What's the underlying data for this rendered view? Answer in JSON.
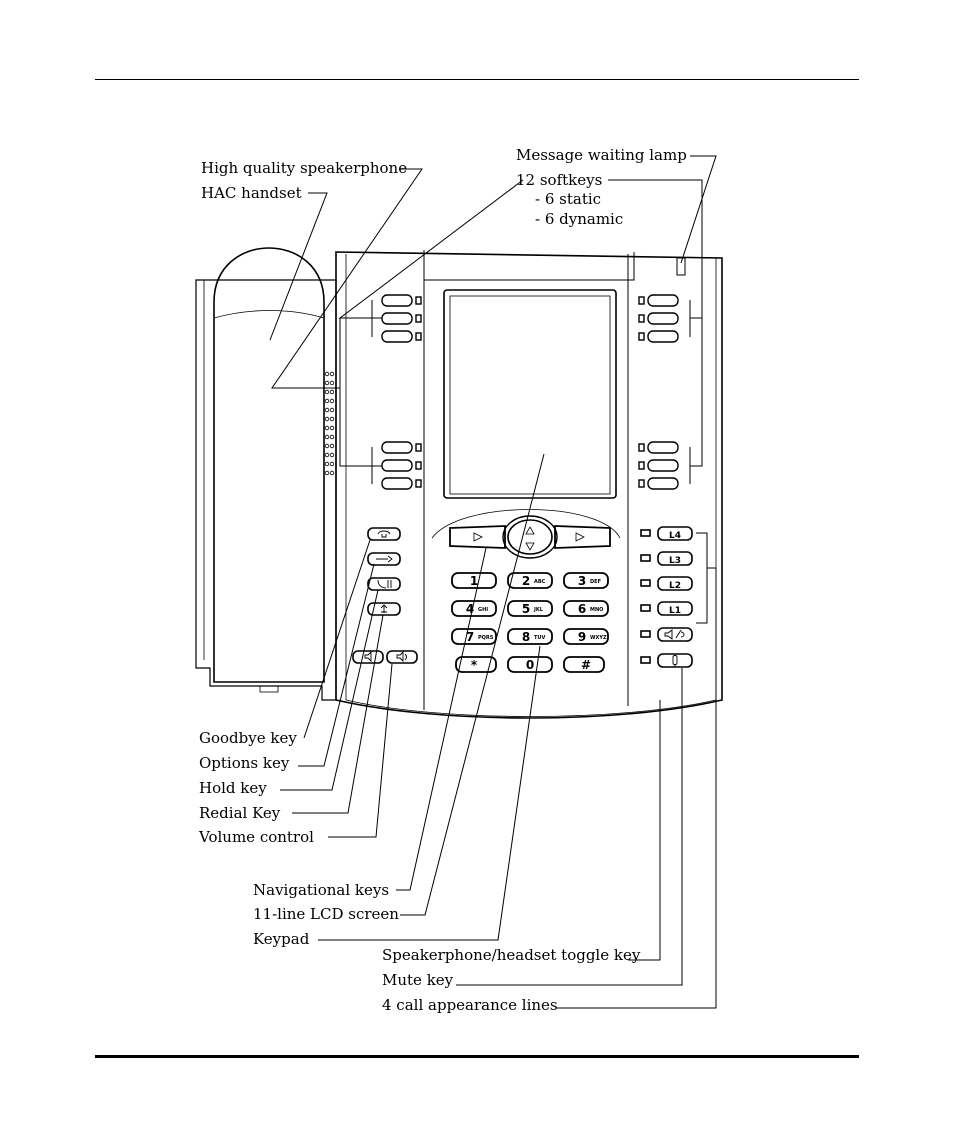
{
  "labels": {
    "speakerphone": "High quality speakerphone",
    "handset": "HAC handset",
    "message_lamp": "Message waiting lamp",
    "softkeys": "12 softkeys",
    "softkeys_static": "- 6 static",
    "softkeys_dynamic": "- 6 dynamic",
    "goodbye": "Goodbye key",
    "options": "Options key",
    "hold": "Hold key",
    "redial": "Redial Key",
    "volume": "Volume control",
    "nav": "Navigational keys",
    "lcd": "11-line LCD screen",
    "keypad": "Keypad",
    "toggle": "Speakerphone/headset toggle key",
    "mute": "Mute key",
    "lines": "4 call appearance lines"
  },
  "keypad": [
    {
      "digit": "1",
      "letters": ""
    },
    {
      "digit": "2",
      "letters": "ABC"
    },
    {
      "digit": "3",
      "letters": "DEF"
    },
    {
      "digit": "4",
      "letters": "GHI"
    },
    {
      "digit": "5",
      "letters": "JKL"
    },
    {
      "digit": "6",
      "letters": "MNO"
    },
    {
      "digit": "7",
      "letters": "PQRS"
    },
    {
      "digit": "8",
      "letters": "TUV"
    },
    {
      "digit": "9",
      "letters": "WXYZ"
    },
    {
      "digit": "*",
      "letters": ""
    },
    {
      "digit": "0",
      "letters": ""
    },
    {
      "digit": "#",
      "letters": ""
    }
  ],
  "line_keys": [
    "L4",
    "L3",
    "L2",
    "L1"
  ],
  "icons": [
    "goodbye-icon",
    "options-icon",
    "hold-icon",
    "redial-icon",
    "volume-down-icon",
    "volume-up-icon",
    "speaker-toggle-icon",
    "mute-icon",
    "arrow-left-icon",
    "arrow-right-icon",
    "arrow-up-icon",
    "arrow-down-icon"
  ]
}
